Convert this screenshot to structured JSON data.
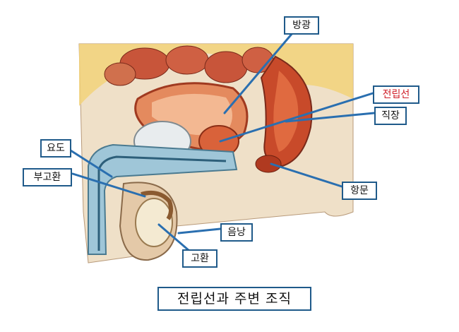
{
  "labels": {
    "bladder": "방광",
    "prostate": "전립선",
    "rectum": "직장",
    "urethra": "요도",
    "epididymis": "부고환",
    "anus": "항문",
    "scrotum": "음낭",
    "testis": "고환"
  },
  "caption": "전립선과 주변 조직",
  "colors": {
    "label_border": "#1f5a8a",
    "pointer_line": "#2a6fb0",
    "prostate_label_text": "#d0202a",
    "bladder_wall": "#d9623a",
    "fat_tissue": "#f2d27a",
    "urethra_blue": "#9fc6d8"
  }
}
